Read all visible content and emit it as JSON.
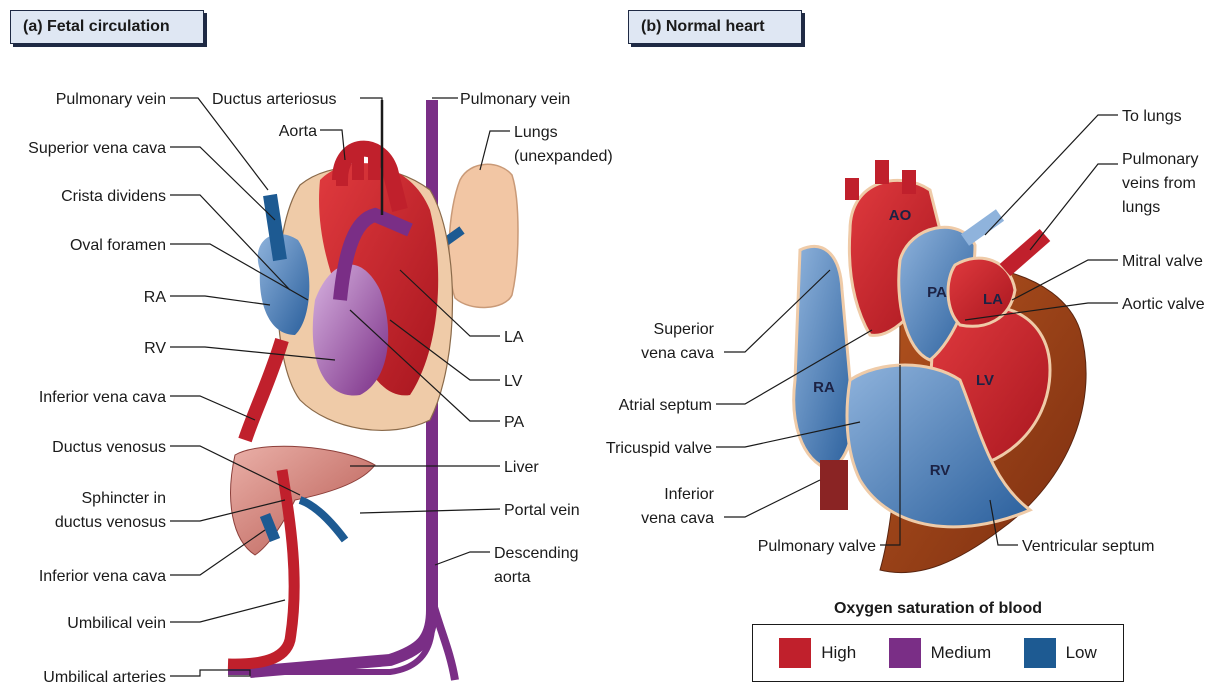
{
  "panels": {
    "a_title": "(a) Fetal circulation",
    "b_title": "(b) Normal heart"
  },
  "fetal_labels": {
    "pulmonary_vein_left": "Pulmonary vein",
    "ductus_arteriosus": "Ductus arteriosus",
    "pulmonary_vein_right": "Pulmonary vein",
    "aorta": "Aorta",
    "lungs_line1": "Lungs",
    "lungs_line2": "(unexpanded)",
    "superior_vena_cava": "Superior vena cava",
    "crista_dividens": "Crista dividens",
    "oval_foramen": "Oval foramen",
    "ra": "RA",
    "rv": "RV",
    "la": "LA",
    "lv": "LV",
    "pa": "PA",
    "inferior_vena_cava_upper": "Inferior vena cava",
    "ductus_venosus": "Ductus venosus",
    "liver": "Liver",
    "sphincter_line1": "Sphincter in",
    "sphincter_line2": "ductus venosus",
    "portal_vein": "Portal vein",
    "descending_line1": "Descending",
    "descending_line2": "aorta",
    "inferior_vena_cava_lower": "Inferior vena cava",
    "umbilical_vein": "Umbilical vein",
    "umbilical_arteries": "Umbilical arteries"
  },
  "heart_labels": {
    "to_lungs": "To lungs",
    "pv_line1": "Pulmonary",
    "pv_line2": "veins from",
    "pv_line3": "lungs",
    "mitral_valve": "Mitral valve",
    "aortic_valve": "Aortic valve",
    "svc_line1": "Superior",
    "svc_line2": "vena cava",
    "atrial_septum": "Atrial septum",
    "tricuspid_valve": "Tricuspid valve",
    "ivc_line1": "Inferior",
    "ivc_line2": "vena cava",
    "pulmonary_valve": "Pulmonary valve",
    "ventricular_septum": "Ventricular septum",
    "ao": "AO",
    "pa": "PA",
    "la": "LA",
    "ra": "RA",
    "lv": "LV",
    "rv": "RV"
  },
  "legend": {
    "title": "Oxygen saturation of blood",
    "items": [
      {
        "label": "High",
        "color": "#c0202c"
      },
      {
        "label": "Medium",
        "color": "#7a2e86"
      },
      {
        "label": "Low",
        "color": "#1d5a92"
      }
    ]
  },
  "colors": {
    "high": "#c0202c",
    "medium": "#7a2e86",
    "low": "#1d5a92",
    "lung": "#f2c6a4",
    "liver": "#c9706c",
    "pericardium": "#efcba8",
    "myocardium": "#8a3a18"
  }
}
